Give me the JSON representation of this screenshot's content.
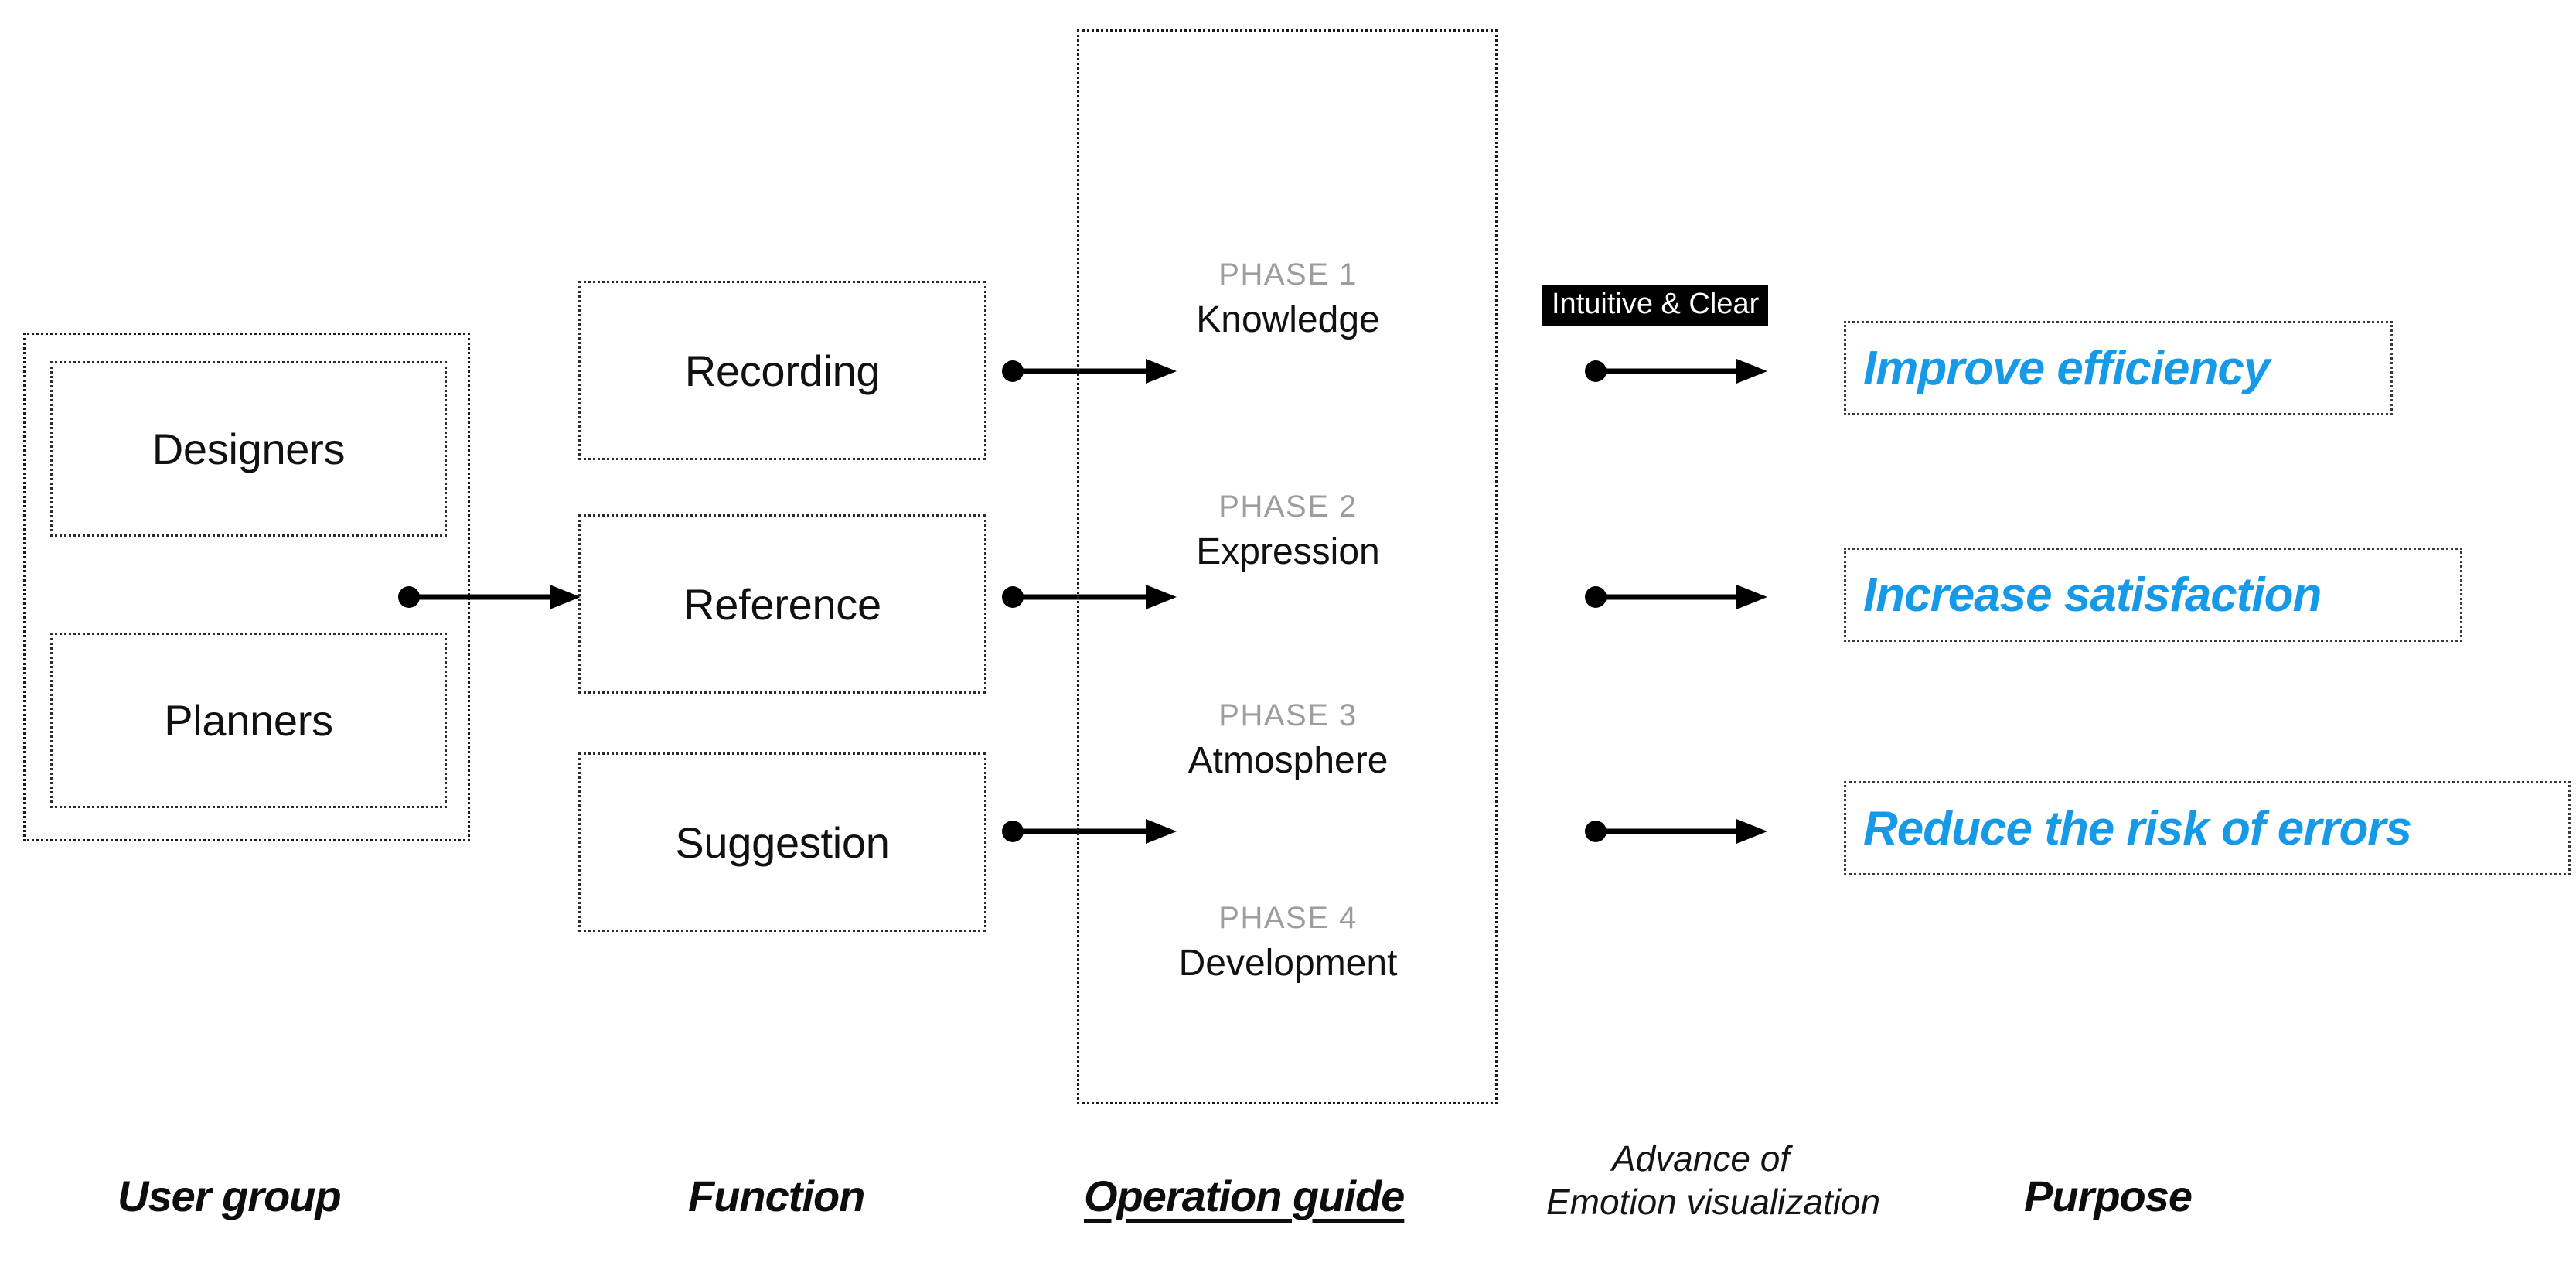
{
  "diagram": {
    "title": "Emotion visualization framework flow",
    "colors": {
      "accent_blue": "#169ae8",
      "phase_kicker_gray": "#9d9d9d",
      "badge_bg": "#000000",
      "badge_text": "#ffffff",
      "text_black": "#111111",
      "frame_dotted": "#1a1a1a"
    }
  },
  "user_group": {
    "items": [
      {
        "label": "Designers"
      },
      {
        "label": "Planners"
      }
    ]
  },
  "function": {
    "items": [
      {
        "label": "Recording"
      },
      {
        "label": "Reference"
      },
      {
        "label": "Suggestion"
      }
    ]
  },
  "operation_guide": {
    "phases": [
      {
        "kicker": "PHASE 1",
        "name": "Knowledge"
      },
      {
        "kicker": "PHASE 2",
        "name": "Expression"
      },
      {
        "kicker": "PHASE 3",
        "name": "Atmosphere"
      },
      {
        "kicker": "PHASE 4",
        "name": "Development"
      }
    ]
  },
  "advance": {
    "badge_label": "Intuitive & Clear"
  },
  "purpose": {
    "items": [
      {
        "label": "Improve efficiency"
      },
      {
        "label": "Increase  satisfaction"
      },
      {
        "label": "Reduce the risk of errors"
      }
    ]
  },
  "footer": {
    "user_group": "User group",
    "function": "Function",
    "operation_guide": "Operation guide",
    "advance_line1": "Advance of",
    "advance_line2": "Emotion visualization",
    "purpose": "Purpose"
  }
}
